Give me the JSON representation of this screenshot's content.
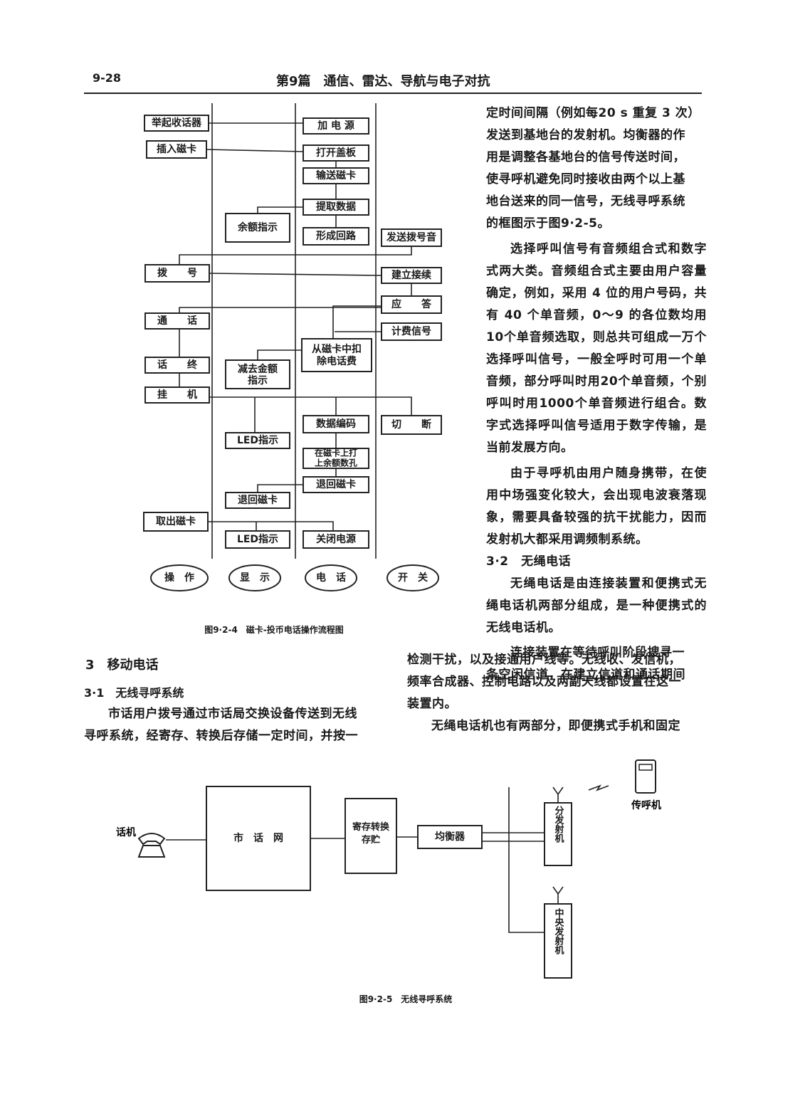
{
  "header": {
    "page_number": "9-28",
    "title": "第9篇　通信、雷达、导航与电子对抗"
  },
  "fig4": {
    "caption": "图9·2-4　磁卡-投币电话操作流程图",
    "boxes": {
      "pickup": "举起收话器",
      "insert": "插入磁卡",
      "power_on": "加 电 源",
      "open_gate": "打开盖板",
      "feed": "输送磁卡",
      "read": "提取数据",
      "balance": "余额指示",
      "loop": "形成回路",
      "dialtone": "发送拨号音",
      "dial": "拨　　号",
      "connect": "建立接续",
      "answer": "应　　答",
      "talk": "通　　话",
      "billing": "计费信号",
      "deduct1": "从磁卡中扣",
      "deduct2": "除电话费",
      "end": "话　　终",
      "minus1": "减去金额",
      "minus2": "指示",
      "hangup": "挂　　机",
      "encode": "数据编码",
      "cut": "切　　断",
      "led1": "LED指示",
      "punch1": "在磁卡上打",
      "punch2": "上余额数孔",
      "return_tel": "退回磁卡",
      "return_disp": "退回磁卡",
      "eject": "取出磁卡",
      "led2": "LED指示",
      "power_off": "关闭电源"
    },
    "lanes": [
      "操　作",
      "显　示",
      "电　话",
      "开　关"
    ]
  },
  "right_col": {
    "lines": [
      "定时间间隔（例如每20 s 重复 3 次）",
      "发送到基地台的发射机。均衡器的作",
      "用是调整各基地台的信号传送时间，",
      "使寻呼机避免同时接收由两个以上基",
      "地台送来的同一信号，无线寻呼系统",
      "的框图示于图9·2-5。"
    ],
    "para2": "选择呼叫信号有音频组合式和数字式两大类。音频组合式主要由用户容量确定，例如，采用 4 位的用户号码，共有 40 个单音频，0～9 的各位数均用10个单音频选取，则总共可组成一万个选择呼叫信号，一般全呼时可用一个单音频，部分呼叫时用20个单音频，个别呼叫时用1000个单音频进行组合。数字式选择呼叫信号适用于数字传输，是当前发展方向。",
    "para3": "由于寻呼机由用户随身携带，在使用中场强变化较大，会出现电波衰落现象，需要具备较强的抗干扰能力，因而发射机大都采用调频制系统。",
    "sec32": "3·2　无绳电话",
    "para4": "无绳电话是由连接装置和便携式无绳电话机两部分组成，是一种便携式的无线电话机。",
    "para5a_1": "连接装置在等待呼叫阶段搜寻一",
    "para5a_2": "条空闲信道，在建立信道和通话期间"
  },
  "mid_span": {
    "line1": "检测干扰，以及接通用户线等。无线收、发信机，",
    "line2": "频率合成器、控制电路以及两副天线都设置在这一",
    "line3": "装置内。",
    "line4": "无绳电话机也有两部分，即便携式手机和固定"
  },
  "left_col": {
    "sec3": "3　移动电话",
    "sec31": "3·1　无线寻呼系统",
    "line1": "市话用户拨号通过市话局交换设备传送到无线",
    "line2": "寻呼系统，经寄存、转换后存储一定时间，并按一"
  },
  "fig5": {
    "caption": "图9·2-5　无线寻呼系统",
    "phone_label": "话机",
    "network": "市　话　网",
    "store": "寄存转换存贮",
    "equalizer": "均衡器",
    "sub_tx": "分发射机",
    "central_tx": "中央发射机",
    "pager": "传呼机"
  }
}
